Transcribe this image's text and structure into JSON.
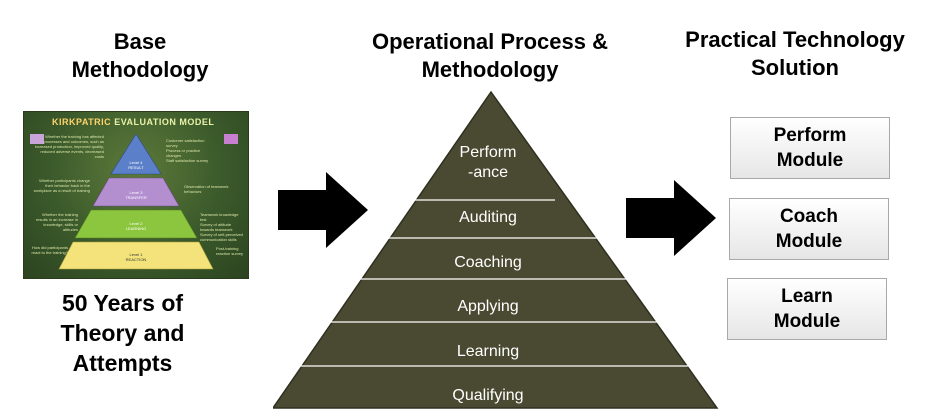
{
  "headings": {
    "base": [
      "Base",
      "Methodology"
    ],
    "operational": [
      "Operational Process &",
      "Methodology"
    ],
    "practical": [
      "Practical Technology",
      "Solution"
    ]
  },
  "kirkpatrick": {
    "title_part1": "KIRKPATRIC",
    "title_part2": "EVALUATION MODEL",
    "levels": [
      {
        "number": "Level 4",
        "name": "RESULT",
        "color": "#5b7fc8"
      },
      {
        "number": "Level 3",
        "name": "TRANSFER",
        "color": "#b48fd0"
      },
      {
        "number": "Level 2",
        "name": "LEARNING",
        "color": "#8cc63f"
      },
      {
        "number": "Level 1",
        "name": "REACTION",
        "color": "#f3e37a"
      }
    ],
    "left_notes": [
      "Whether the training has affected processes and outcomes, such as increased production, improved quality, reduced adverse events, decreased costs",
      "Whether participants change their behavior back in the workplace as a result of training",
      "Whether the training results in an increase in knowledge, skills or attitudes",
      "How did participants react to the training?"
    ],
    "right_notes": [
      "Customer satisfaction survey\nProcess or practice changes\nStaff satisfaction survey",
      "Observation of teamwork behaviors",
      "Teamwork knowledge test\nSurvey of attitude towards teamwork\nSurvey of self-perceived communication skills",
      "Post-training reaction survey"
    ]
  },
  "left_caption": [
    "50 Years of",
    "Theory and",
    "Attempts"
  ],
  "pyramid": {
    "fill": "#4a4a32",
    "levels": [
      [
        "Perform",
        "-ance"
      ],
      "Auditing",
      "Coaching",
      "Applying",
      "Learning",
      "Qualifying"
    ]
  },
  "modules": [
    [
      "Perform",
      "Module"
    ],
    [
      "Coach",
      "Module"
    ],
    [
      "Learn",
      "Module"
    ]
  ]
}
